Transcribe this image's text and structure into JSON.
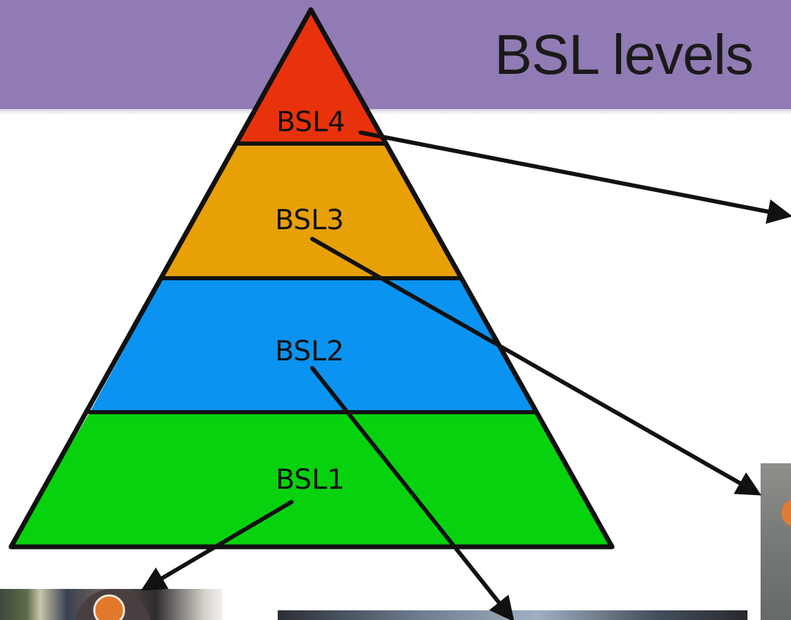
{
  "slide": {
    "title": "BSL levels",
    "header_color": "#917bb4"
  },
  "pyramid": {
    "levels": [
      {
        "label": "BSL4",
        "color": "#e8320b"
      },
      {
        "label": "BSL3",
        "color": "#e8a007"
      },
      {
        "label": "BSL2",
        "color": "#0a93f0"
      },
      {
        "label": "BSL1",
        "color": "#06d20d"
      }
    ],
    "outline_color": "#111111"
  },
  "photos": [
    {
      "id": "photo-bsl1",
      "description_icon": "lab-worker-photo"
    },
    {
      "id": "photo-bsl2",
      "description_icon": "lab-photo"
    },
    {
      "id": "photo-bsl3",
      "description_icon": "lab-worker-photo"
    }
  ]
}
